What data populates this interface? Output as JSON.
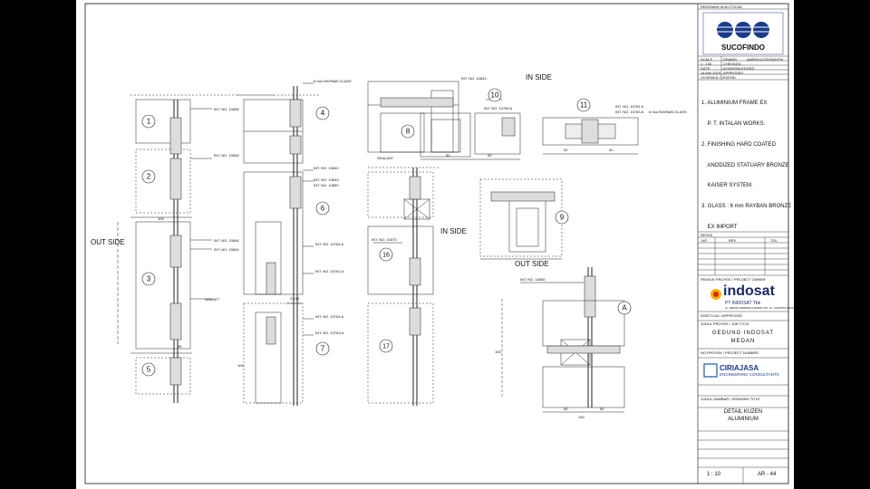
{
  "title_block": {
    "redrawn": "REDRAWN IN AUTOCAD",
    "company": "SUCOFINDO",
    "scale_label": "SCALE",
    "scale_val": "1 : 100",
    "drawn_label": "DRAWN",
    "drawn_val": "AMIRA KUSDIYANTHI",
    "checked_label": "CHECKED",
    "date_label": "DATE",
    "date_val": "16 Mei 2019",
    "acknowledged_label": "ACKNOWLEDGED",
    "approved_label": "APPROVED",
    "legend_label": "LEGENDA / LEGEND",
    "notes": [
      "1. ALUMINIUM FRAME EX",
      "    P. T. INTALAN WORKS.",
      "2. FINISHING HARD COATED",
      "    ANODIZED STATUARY BRONZE",
      "    KAISER SYSTEM.",
      "3. GLASS : 6 mm RAYBAN BRONZE",
      "    EX IMPORT"
    ],
    "revisi_label": "REVISI",
    "revisi_cols": [
      "NO",
      "REV",
      "TGL"
    ],
    "owner_label": "PEMILIK PROYEK / PROJECT OWNER",
    "owner_name": "indosat",
    "owner_sub": "PT INDOSAT Tbk",
    "owner_addr": "JL. MEDAN MERDEKA BARAT NO. 21, JAKARTA 10110",
    "approved2_label": "DISETUJUI / APPROVED",
    "project_label": "JUDUL PROYEK / JOB TITLE",
    "project_name": "GEDUNG INDOSAT",
    "project_city": "MEDAN",
    "project_no_label": "NO.PROYEK / PROJECT NUMBER",
    "consultant_name": "CIRIAJASA",
    "consultant_sub": "ENGINEERING CONSULTANTS",
    "drawing_title_label": "JUDUL GAMBAR / DRAWING TITLE",
    "drawing_title_1": "DETAIL KUZEN",
    "drawing_title_2": "ALUMINIUM",
    "sheet_scale": "1 : 10",
    "sheet_no": "AR - 44"
  },
  "drawing": {
    "out_side_1": "OUT SIDE",
    "in_side_1": "IN SIDE",
    "in_side_2": "IN SIDE",
    "out_side_2": "OUT SIDE",
    "details": [
      "1",
      "2",
      "3",
      "4",
      "5",
      "6",
      "7",
      "8",
      "9",
      "10",
      "11",
      "16",
      "17",
      "A"
    ],
    "int_labels": [
      "INT. NO. 10846",
      "INT. NO. 10845",
      "INT. NO. 10846",
      "INT. NO. 10844",
      "GASKET",
      "6 mm RAYBAN GLASS",
      "INT. NO. 10842",
      "INT. NO. 10843",
      "INT. NO. 10850",
      "INT. NO. 10764 A",
      "INT. NO. 10762 A",
      "INT. NO. 10763 A",
      "INT. NO. 10843",
      "INT. NO. 10765 A",
      "INT. NO. 10761 A",
      "INT. NO. 10763 A",
      "6 mm RAYBAN GLASS",
      "SEALANT",
      "INT. NO. 10370",
      "INT. NO. 10850"
    ],
    "dims": [
      "100",
      "100",
      "100",
      "47,08",
      "50",
      "63",
      "63",
      "50",
      "50",
      "100",
      "95",
      "100",
      "50",
      "50"
    ]
  }
}
